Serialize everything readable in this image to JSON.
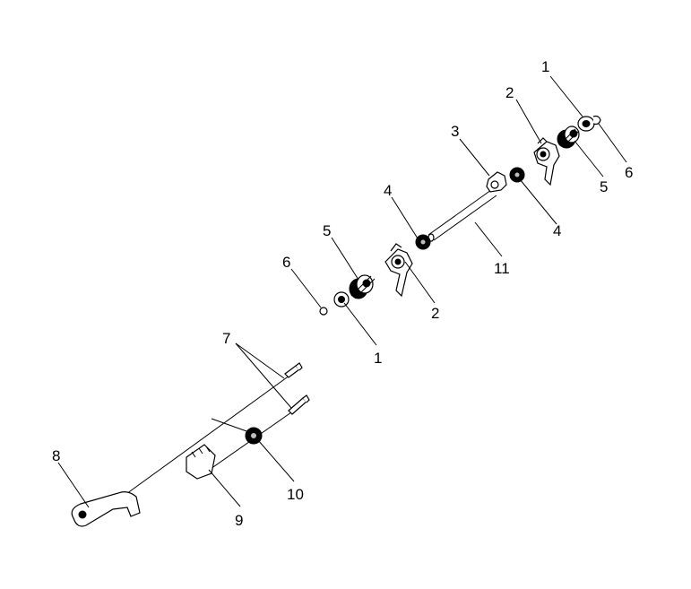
{
  "diagram": {
    "callouts": [
      {
        "id": "c1a",
        "text": "1"
      },
      {
        "id": "c1b",
        "text": "1"
      },
      {
        "id": "c2a",
        "text": "2"
      },
      {
        "id": "c2b",
        "text": "2"
      },
      {
        "id": "c3",
        "text": "3"
      },
      {
        "id": "c4a",
        "text": "4"
      },
      {
        "id": "c4b",
        "text": "4"
      },
      {
        "id": "c5a",
        "text": "5"
      },
      {
        "id": "c5b",
        "text": "5"
      },
      {
        "id": "c6a",
        "text": "6"
      },
      {
        "id": "c6b",
        "text": "6"
      },
      {
        "id": "c7",
        "text": "7"
      },
      {
        "id": "c8",
        "text": "8"
      },
      {
        "id": "c9",
        "text": "9"
      },
      {
        "id": "c10",
        "text": "10"
      },
      {
        "id": "c11",
        "text": "11"
      }
    ]
  }
}
